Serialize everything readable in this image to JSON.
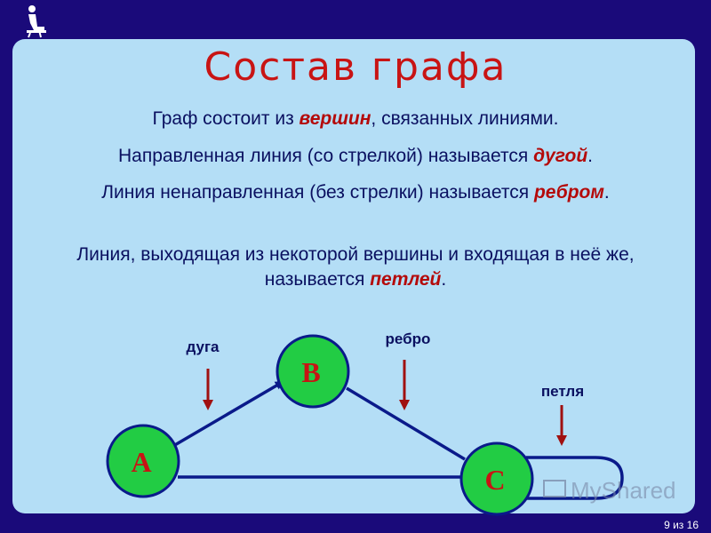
{
  "slide": {
    "title": "Состав графа",
    "paragraphs": [
      [
        "Граф состоит из ",
        "вершин",
        ", связанных линиями."
      ],
      [
        "Направленная линия (со стрелкой) называется ",
        "дугой",
        "."
      ],
      [
        "Линия ненаправленная (без стрелки) называется ",
        "ребром",
        "."
      ],
      [
        "Линия, выходящая из некоторой вершины и входящая в неё же, называется ",
        "петлей",
        "."
      ]
    ]
  },
  "diagram": {
    "nodes": {
      "a": "A",
      "b": "B",
      "c": "C"
    },
    "labels": {
      "arc": "дуга",
      "edge": "ребро",
      "loop": "петля"
    }
  },
  "watermark": "MyShared",
  "page_number": "9 из 16",
  "colors": {
    "frame": "#1a0a7a",
    "slide_bg": "#b4def6",
    "title": "#c81414",
    "text": "#0a1060",
    "node_fill": "#22cc44",
    "edge": "#0a1a8a",
    "pointer_arrow": "#a01010"
  }
}
